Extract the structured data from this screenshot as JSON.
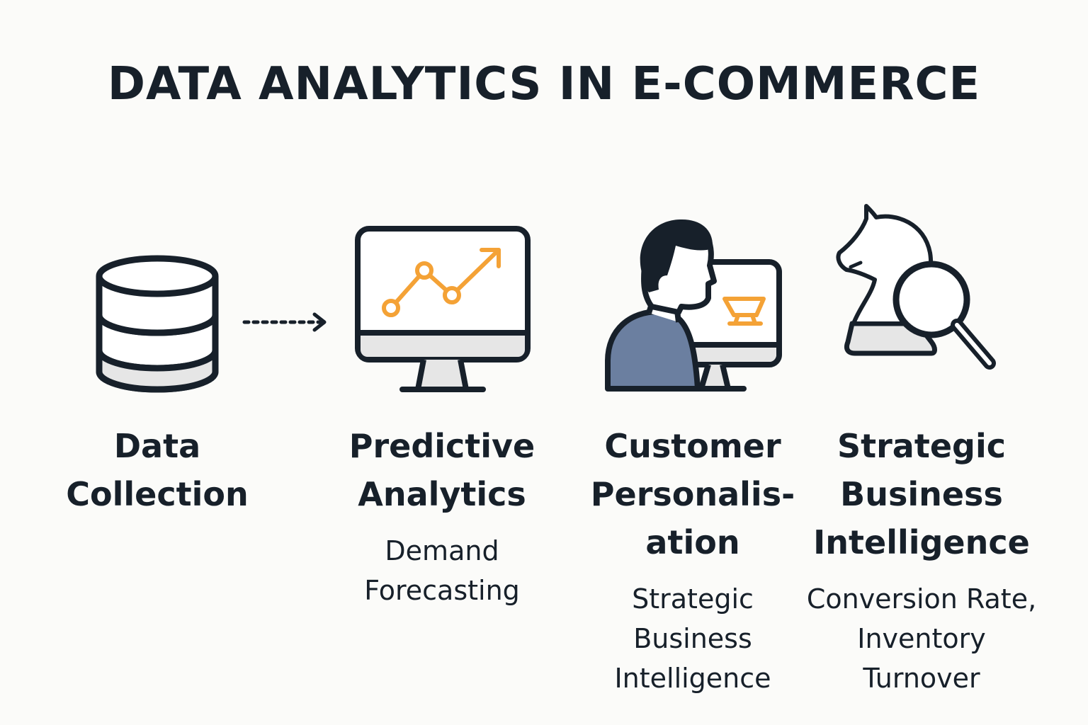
{
  "title": "DATA ANALYTICS IN E-COMMERCE",
  "colors": {
    "ink": "#17202a",
    "accent_orange": "#f4a236",
    "fill_gray": "#e6e6e6",
    "person_blue": "#6b7fa0",
    "background": "#fbfbf9"
  },
  "steps": [
    {
      "icon": "database-icon",
      "label": "Data\nCollection",
      "sub": ""
    },
    {
      "icon": "monitor-line-chart-icon",
      "label": "Predictive\nAnalytics",
      "sub": "Demand\nForecasting"
    },
    {
      "icon": "person-at-computer-cart-icon",
      "label": "Customer\nPersonalis-\nation",
      "sub": "Strategic\nBusiness\nIntelligence"
    },
    {
      "icon": "chess-knight-magnifier-icon",
      "label": "Strategic\nBusiness\nIntelligence",
      "sub": "Conversion Rate,\nInventory\nTurnover"
    }
  ],
  "connector": "dotted-arrow-icon"
}
